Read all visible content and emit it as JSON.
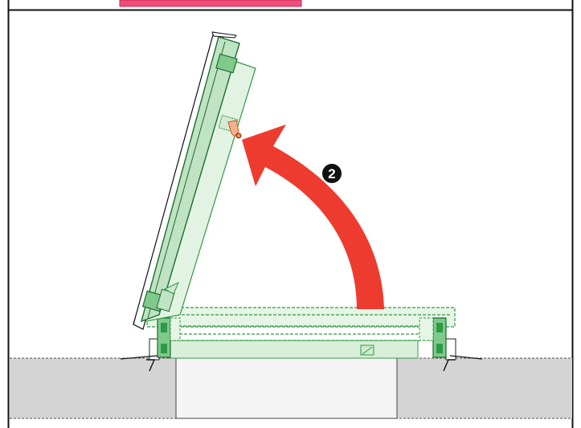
{
  "diagram": {
    "step": {
      "number": "2"
    },
    "colors": {
      "frame_green": "#2e9a44",
      "panel_fill": "#e3f3e3",
      "arrow_red": "#ee3b2f",
      "header_pink": "#ee4d7a",
      "floor_gray": "#d4d4d4",
      "opening_fill": "#f3f3f3"
    },
    "icons": [
      "hatch-lid",
      "hatch-frame",
      "rotation-arrow",
      "handle"
    ]
  }
}
